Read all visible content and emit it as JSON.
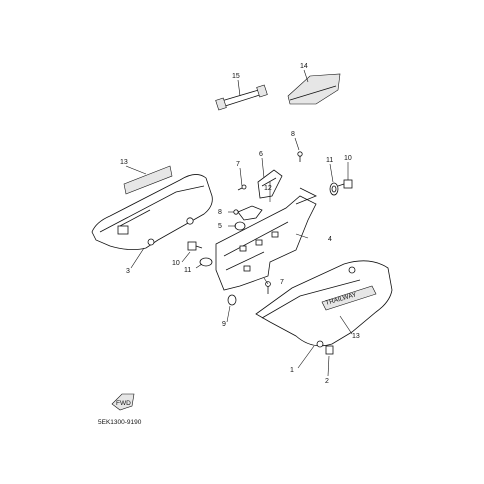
{
  "diagram_code": "5EK1300-9190",
  "emblem": "TRAILWAY",
  "fwd_label": "FWD",
  "callouts": [
    "15",
    "14",
    "13",
    "7",
    "6",
    "8",
    "11",
    "10",
    "8",
    "5",
    "12",
    "4",
    "3",
    "10",
    "11",
    "7",
    "9",
    "13",
    "1",
    "2"
  ]
}
